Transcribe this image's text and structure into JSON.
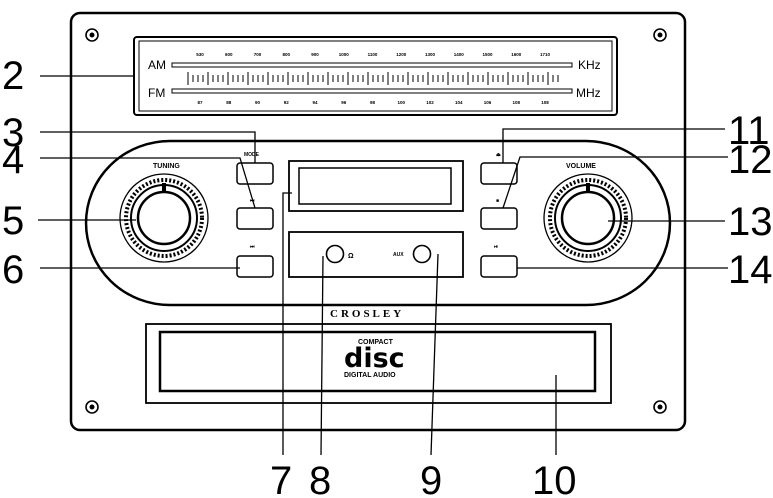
{
  "radio_dial": {
    "am_label": "AM",
    "fm_label": "FM",
    "am_unit": "KHz",
    "fm_unit": "MHz",
    "am_marks": [
      "530",
      "600",
      "700",
      "800",
      "900",
      "1000",
      "1100",
      "1200",
      "1300",
      "1400",
      "1500",
      "1600",
      "1710"
    ],
    "fm_marks": [
      "87",
      "88",
      "90",
      "92",
      "94",
      "96",
      "98",
      "100",
      "102",
      "104",
      "106",
      "108",
      "108"
    ]
  },
  "controls": {
    "tuning_label": "TUNING",
    "volume_label": "VOLUME",
    "mode_label": "MODE",
    "skip_back_label": "⏮",
    "skip_forward_label": "⏭",
    "eject_label": "⏏",
    "stop_label": "■",
    "play_pause_label": "⏯",
    "aux_label": "AUX",
    "headphone_symbol": "Ω"
  },
  "brand": "CROSLEY",
  "disc_logo": {
    "top": "COMPACT",
    "main": "disc",
    "bottom": "DIGITAL AUDIO"
  },
  "callouts": {
    "c1": "2",
    "c2": "3",
    "c3": "4",
    "c4": "5",
    "c5": "6",
    "c6": "11",
    "c7": "12",
    "c8": "13",
    "c9": "14",
    "c10": "7",
    "c11": "8",
    "c12": "9",
    "c13": "10"
  }
}
